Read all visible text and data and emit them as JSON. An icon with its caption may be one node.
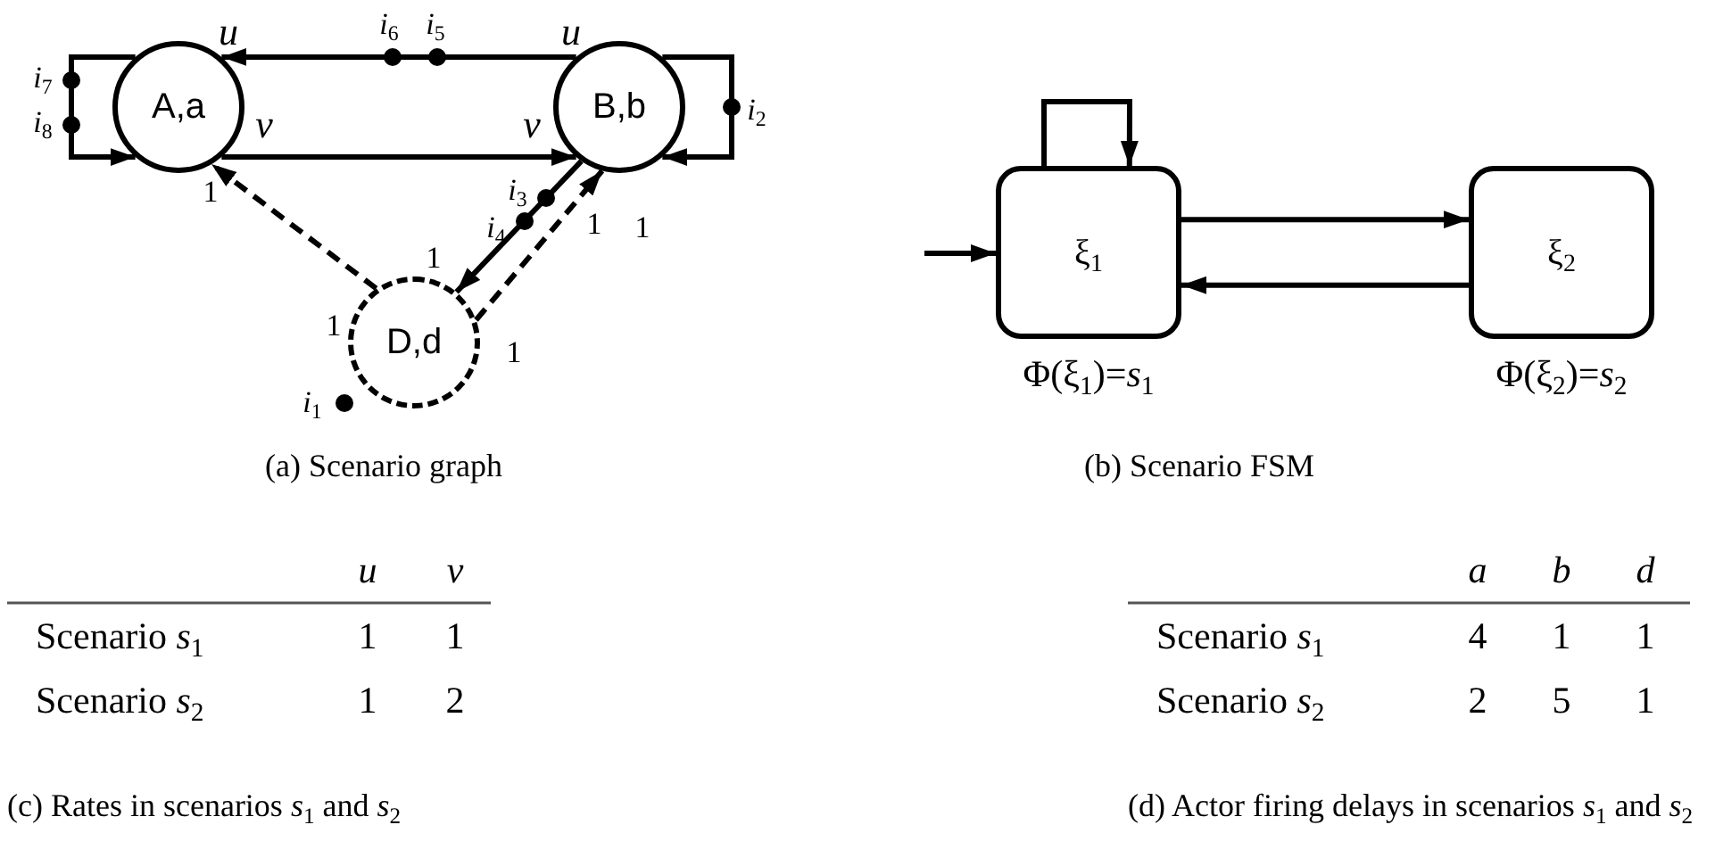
{
  "diagram": {
    "nodes": [
      {
        "text": [
          "A,a"
        ]
      },
      {
        "text": [
          "B,b"
        ]
      },
      {
        "text": [
          "D,d"
        ]
      },
      {
        "text": [
          "ξ$_{1}$"
        ],
        "beside": [
          "Φ(ξ$_{1}$)=*s*$_{1}$"
        ]
      },
      {
        "text": [
          "ξ$_{2}$"
        ],
        "beside": [
          "Φ(ξ$_{2}$)=*s*$_{2}$"
        ]
      }
    ],
    "edges": [
      {
        "from": 1,
        "to": 0,
        "arrow": "to"
      },
      {
        "from": 0,
        "to": 0,
        "arrow": "to"
      },
      {
        "from": 0,
        "to": 1,
        "arrow": "to"
      },
      {
        "from": 1,
        "to": 1,
        "arrow": "to"
      },
      {
        "from": 1,
        "to": 2,
        "arrow": "to"
      },
      {
        "from": 2,
        "to": 0,
        "arrow": "to",
        "style": "dashed"
      },
      {
        "from": 2,
        "to": 1,
        "arrow": "to",
        "style": "dashed"
      },
      {
        "from": null,
        "to": 3,
        "arrow": "to"
      },
      {
        "from": 3,
        "to": 3,
        "arrow": "to"
      },
      {
        "from": 3,
        "to": 4,
        "arrow": "to"
      },
      {
        "from": 4,
        "to": 3,
        "arrow": "to"
      }
    ],
    "labels": [
      "u",
      "*i*$_{6}$",
      "*i*$_{5}$",
      "u",
      "*i*$_{7}$",
      "*i*$_{8}$",
      "v",
      "v",
      "*i*$_{2}$",
      "1",
      "*i*$_{3}$",
      "*i*$_{4}$",
      "1",
      "1",
      "1",
      "1",
      "1",
      "*i*$_{1}$",
      "(a) Scenario graph",
      "(b) Scenario FSM",
      "u",
      "v",
      "Scenario *s*$_{1}$",
      "1",
      "1",
      "Scenario *s*$_{2}$",
      "1",
      "2",
      "(c) Rates in scenarios *s*$_{1}$ and *s*$_{2}$",
      "a",
      "b",
      "d",
      "Scenario *s*$_{1}$",
      "4",
      "1",
      "1",
      "Scenario *s*$_{2}$",
      "2",
      "5",
      "1",
      "(d) Actor firing delays in scenarios *s*$_{1}$ and *s*$_{2}$"
    ]
  }
}
